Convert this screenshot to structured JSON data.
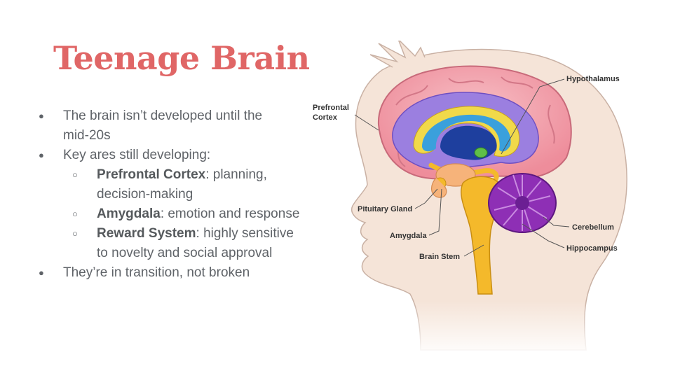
{
  "slide": {
    "title": "Teenage Brain",
    "bullets": [
      {
        "text_line1": "The brain isn’t developed until the",
        "text_line2": "mid-20s"
      },
      {
        "text": "Key ares still developing:"
      },
      {
        "bold": "Prefrontal Cortex",
        "rest": ": planning,",
        "line2": "decision-making"
      },
      {
        "bold": "Amygdala",
        "rest": ": emotion and response"
      },
      {
        "bold": "Reward System",
        "rest": ": highly sensitive",
        "line2": "to novelty and social approval"
      },
      {
        "text": "They’re in transition, not broken"
      }
    ],
    "markers": {
      "level1": "●",
      "level2": "○"
    }
  },
  "diagram": {
    "labels": {
      "prefrontal_line1": "Prefrontal",
      "prefrontal_line2": "Cortex",
      "hypothalamus": "Hypothalamus",
      "pituitary": "Pituitary Gland",
      "amygdala": "Amygdala",
      "brain_stem": "Brain Stem",
      "cerebellum": "Cerebellum",
      "hippocampus": "Hippocampus"
    },
    "colors": {
      "title": "#e06666",
      "skin": "#f5e4d8",
      "cortex": "#f2a1ac",
      "limbic": "#9b7fe0",
      "corpus": "#3aa0dc",
      "ventricle": "#1e3f9e",
      "stem": "#f4b92b",
      "cerebellum": "#8e2fb5"
    }
  }
}
